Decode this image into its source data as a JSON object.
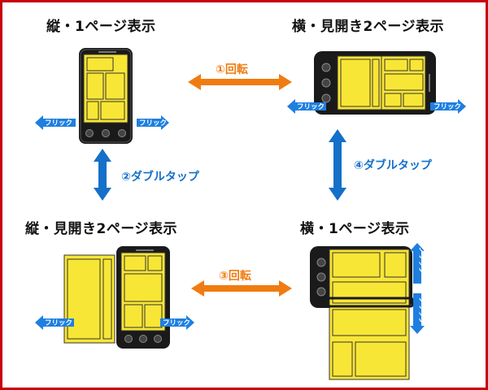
{
  "titles": {
    "portrait_single": "縦・1ページ表示",
    "landscape_spread": "横・見開き2ページ表示",
    "portrait_spread": "縦・見開き2ページ表示",
    "landscape_single": "横・1ページ表示"
  },
  "steps": {
    "rotate_1": "①回転",
    "double_tap_2": "②ダブルタップ",
    "rotate_3": "③回転",
    "double_tap_4": "④ダブルタップ"
  },
  "flick_label": "フリック",
  "colors": {
    "border": "#c8000a",
    "page_yellow": "#f8e636",
    "phone_black": "#1a1a1a",
    "flick_blue": "#1e7fe0",
    "rotate_orange": "#f07c10",
    "tap_blue": "#1470c8"
  }
}
